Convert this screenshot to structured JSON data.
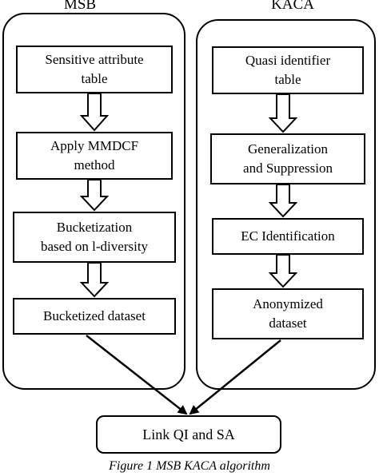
{
  "panels": {
    "msb": {
      "title": "MSB"
    },
    "kaca": {
      "title": "KACA"
    }
  },
  "msb_steps": [
    {
      "line1": "Sensitive attribute",
      "line2": "table"
    },
    {
      "line1": "Apply MMDCF",
      "line2": "method"
    },
    {
      "line1": "Bucketization",
      "line2": "based on l-diversity"
    },
    {
      "line1": "Bucketized dataset",
      "line2": ""
    }
  ],
  "kaca_steps": [
    {
      "line1": "Quasi identifier",
      "line2": "table"
    },
    {
      "line1": "Generalization",
      "line2": "and Suppression"
    },
    {
      "line1": "EC Identification",
      "line2": ""
    },
    {
      "line1": "Anonymized",
      "line2": "dataset"
    }
  ],
  "final_step": {
    "label": "Link QI and SA"
  },
  "caption": "Figure 1 MSB KACA algorithm"
}
